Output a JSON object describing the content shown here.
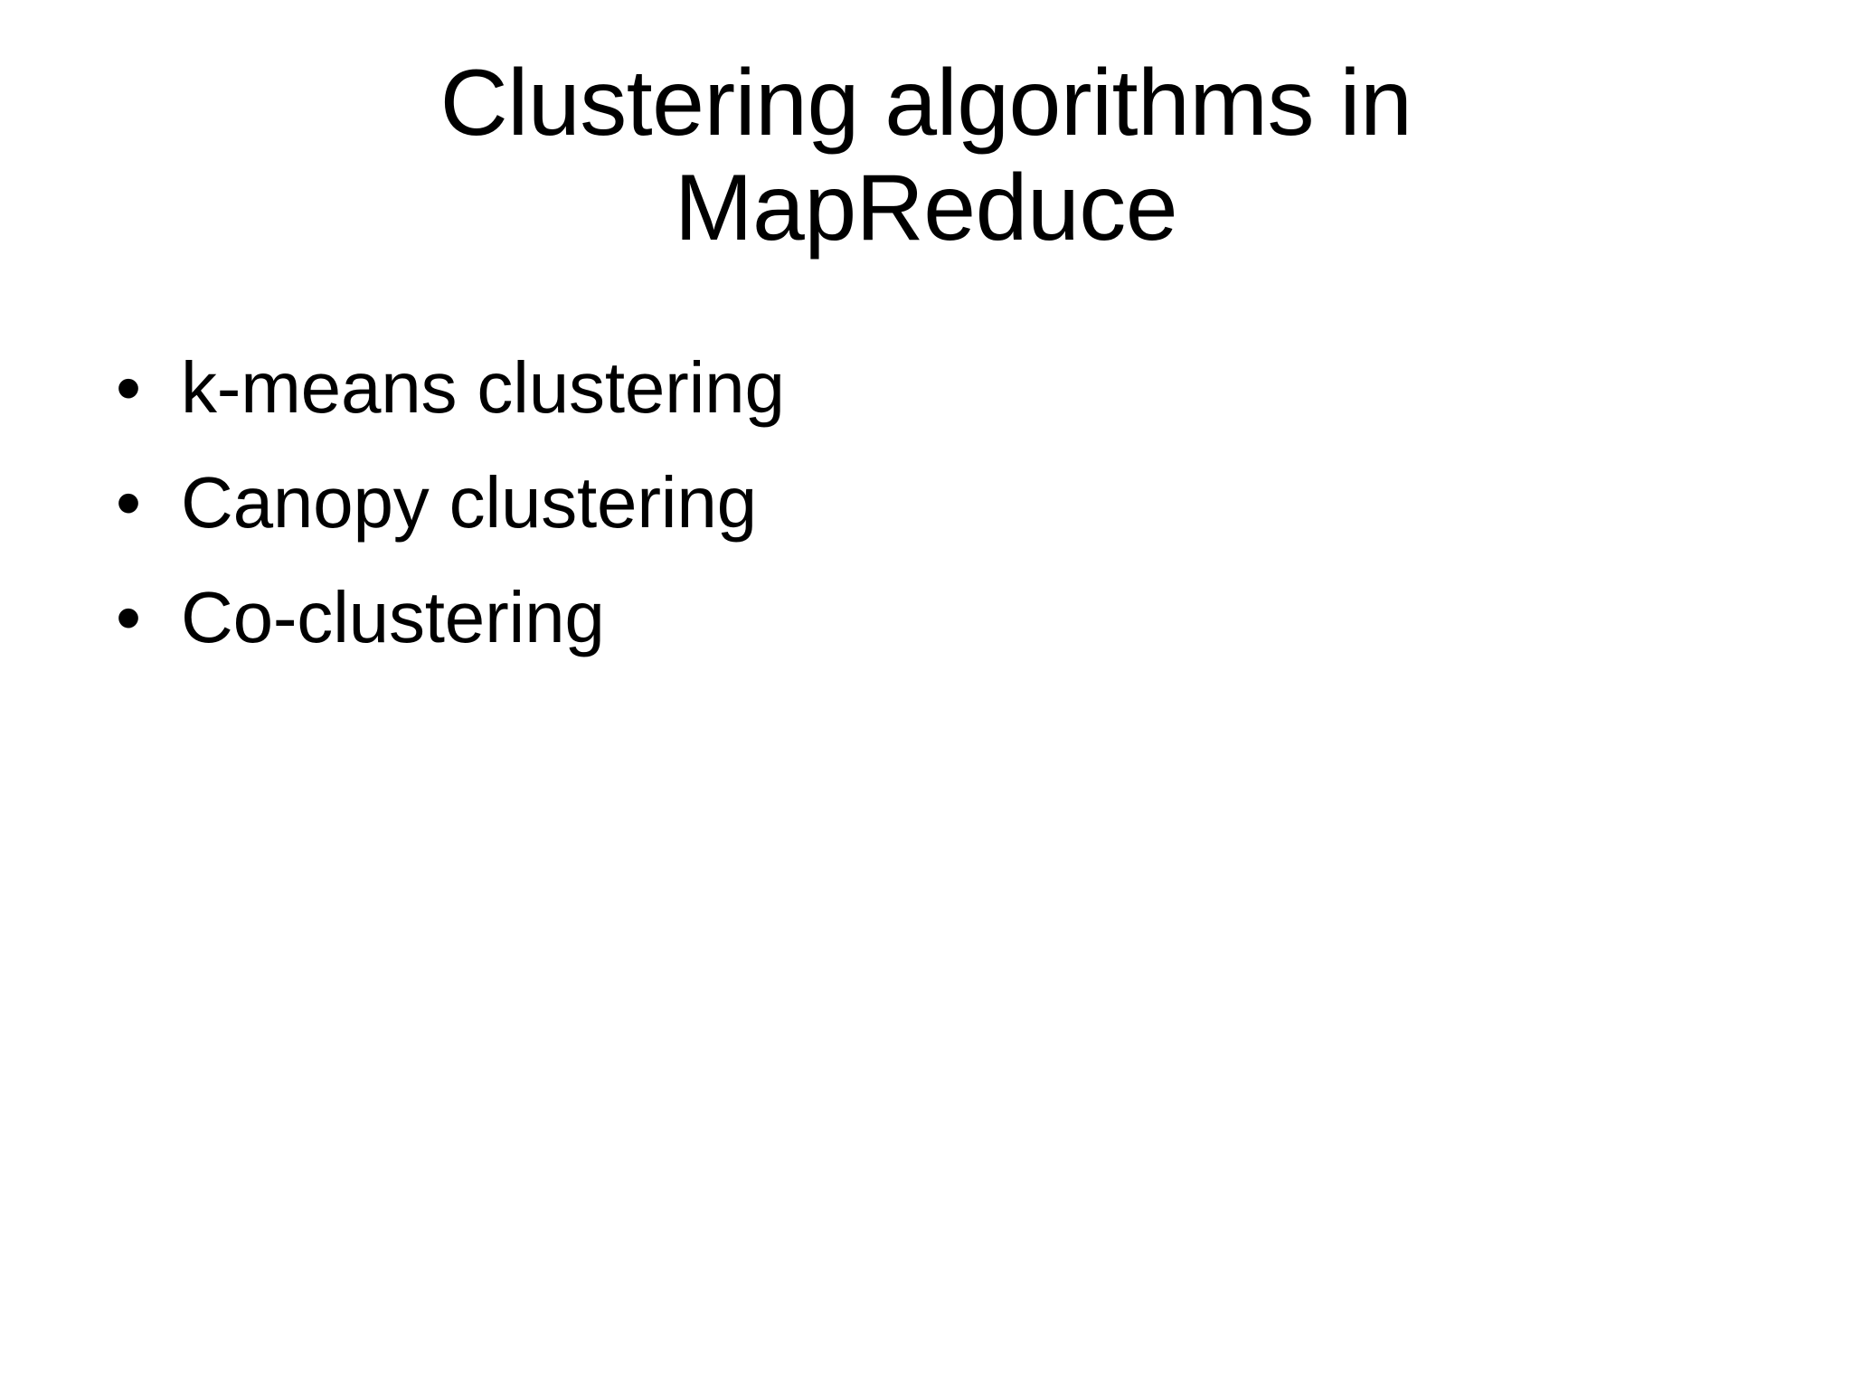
{
  "slide": {
    "background_color": "#ffffff",
    "text_color": "#000000",
    "title": "Clustering algorithms in\nMapReduce",
    "title_line_1": "Clustering algorithms in",
    "title_line_2": "MapReduce",
    "bullet_marker": "•",
    "bullets": [
      {
        "label": "k-means clustering"
      },
      {
        "label": "Canopy clustering"
      },
      {
        "label": "Co-clustering"
      }
    ]
  }
}
